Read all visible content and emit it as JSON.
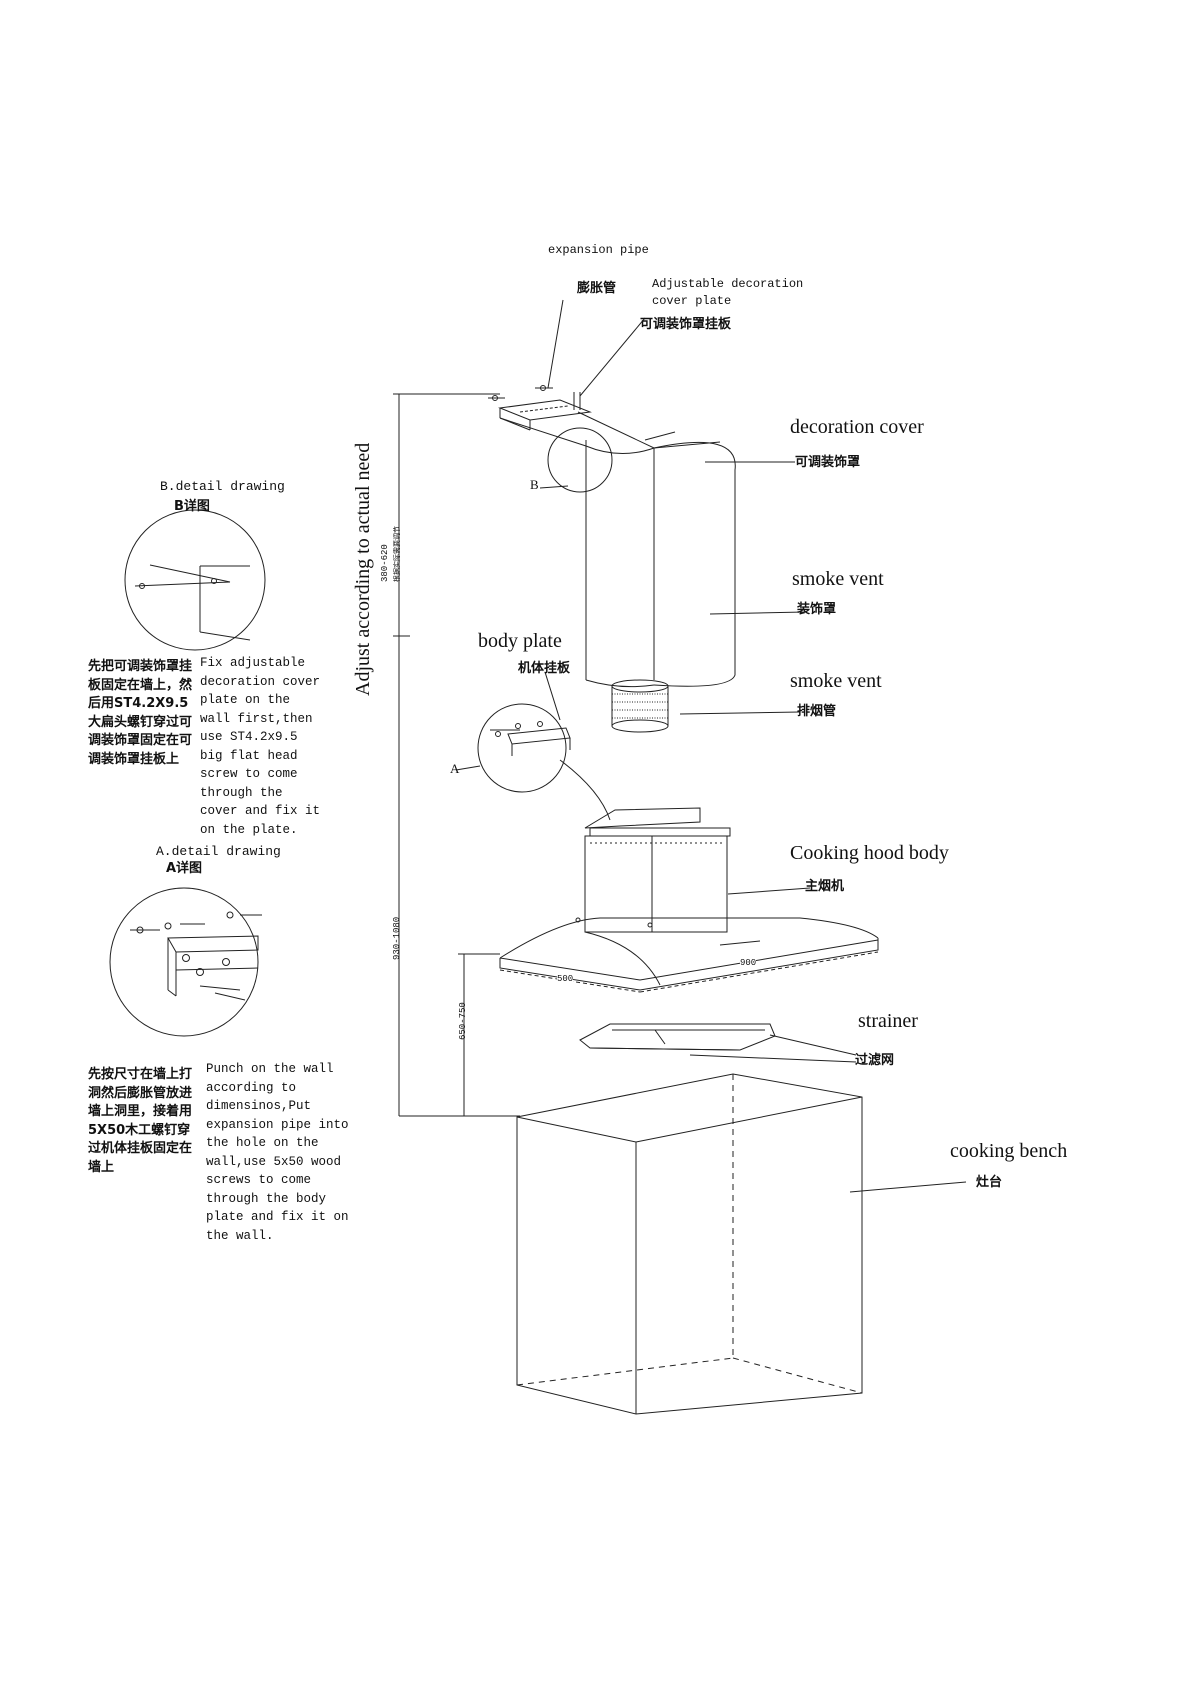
{
  "labels": {
    "expansion_pipe_en": "expansion pipe",
    "expansion_pipe_cn": "膨胀管",
    "adj_plate_en_1": "Adjustable decoration",
    "adj_plate_en_2": "cover plate",
    "adj_plate_cn": "可调装饰罩挂板",
    "decoration_cover_en": "decoration cover",
    "decoration_cover_cn": "可调装饰罩",
    "smoke_vent_1_en": "smoke vent",
    "smoke_vent_1_cn": "装饰罩",
    "body_plate_en": "body plate",
    "body_plate_cn": "机体挂板",
    "smoke_vent_2_en": "smoke vent",
    "smoke_vent_2_cn": "排烟管",
    "hood_body_en": "Cooking hood body",
    "hood_body_cn": "主烟机",
    "strainer_en": "strainer",
    "strainer_cn": "过滤网",
    "bench_en": "cooking bench",
    "bench_cn": "灶台",
    "marker_b": "B",
    "marker_a": "A"
  },
  "vertical": {
    "adjust": "Adjust according to actual need",
    "dim_upper": "380-620",
    "dim_upper_cn": "根据实际需要调节",
    "dim_full": "930-1080",
    "dim_lower": "650-750"
  },
  "dims": {
    "d500": "500",
    "d900": "900"
  },
  "detail_b": {
    "title_en": "B.detail drawing",
    "title_cn": "B详图",
    "note_cn": "先把可调装饰罩挂板固定在墙上，然后用ST4.2X9.5大扁头螺钉穿过可调装饰罩固定在可调装饰罩挂板上",
    "note_en": [
      "Fix adjustable",
      "decoration cover",
      "plate on the",
      "wall first,then",
      "use ST4.2x9.5",
      "big flat head",
      "screw to come",
      "through the",
      "cover and fix it",
      "on the plate."
    ]
  },
  "detail_a": {
    "title_en": "A.detail drawing",
    "title_cn": "A详图",
    "note_cn": "先按尺寸在墙上打洞然后膨胀管放进墙上洞里，接着用5X50木工螺钉穿过机体挂板固定在墙上",
    "note_en": [
      "Punch on the wall",
      "according to",
      "dimensinos,Put",
      "expansion pipe into",
      "the hole on the",
      "wall,use 5x50 wood",
      "screws to come",
      "through the body",
      "plate and fix it on",
      "the wall."
    ]
  },
  "colors": {
    "line": "#222222",
    "paper": "#ffffff"
  }
}
